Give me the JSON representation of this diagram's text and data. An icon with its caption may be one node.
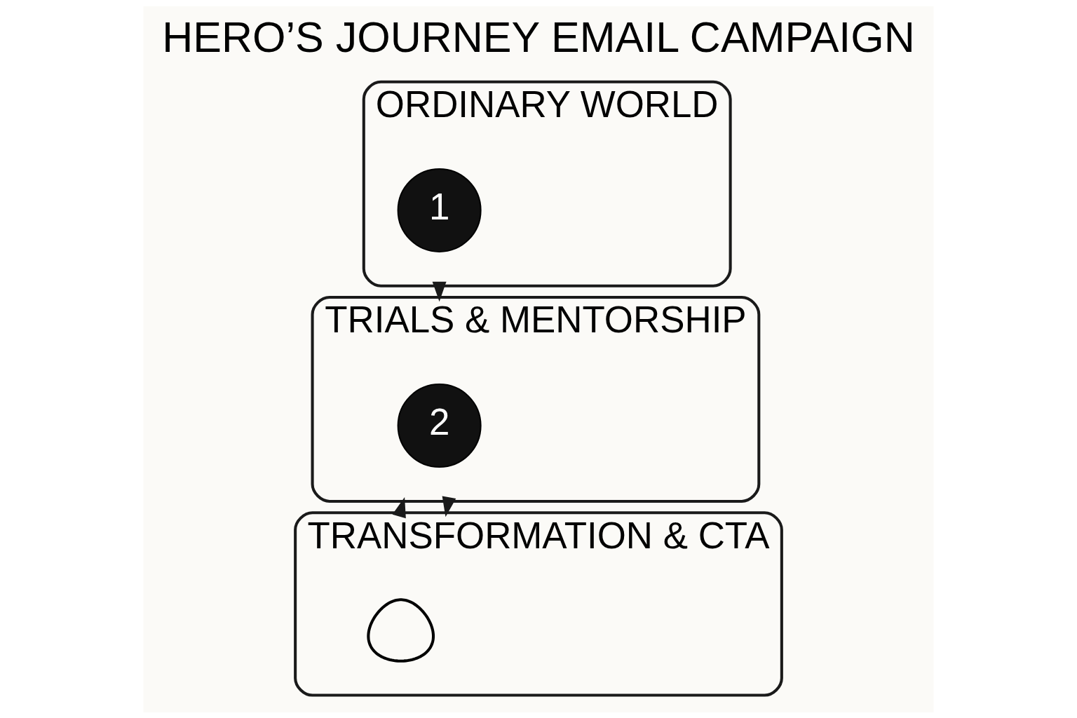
{
  "diagram": {
    "title": "HERO’S JOURNEY EMAIL CAMPAIGN",
    "nodes": [
      {
        "text": [
          "ORDINARY WORLD"
        ]
      },
      {
        "text": [
          "1"
        ],
        "in": 0
      },
      {
        "text": [
          "TRIALS & MENTORSHIP"
        ]
      },
      {
        "text": [
          "2"
        ],
        "in": 2
      },
      {
        "text": [
          "TRANSFORMATION & CTA"
        ]
      },
      {
        "text": [],
        "shape": "person",
        "in": 4
      }
    ],
    "edges": [
      {
        "from": 0,
        "to": 2,
        "arrow": "to"
      },
      {
        "from": 2,
        "to": 4,
        "arrow": "to"
      },
      {
        "from": 4,
        "to": 2,
        "arrow": "to"
      }
    ]
  }
}
